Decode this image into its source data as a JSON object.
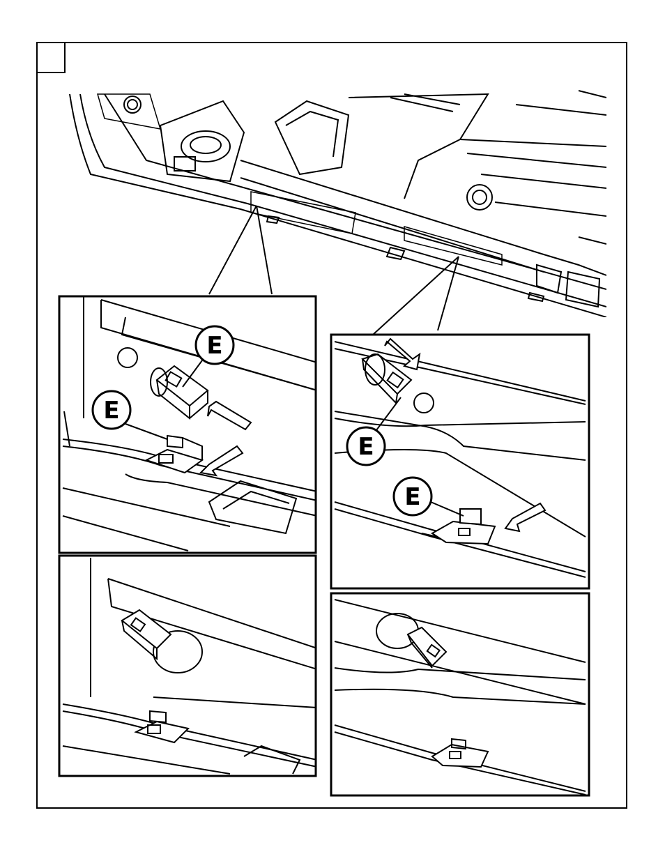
{
  "step_number": "",
  "callouts": {
    "e1": "E",
    "e2": "E",
    "e3": "E",
    "e4": "E"
  },
  "colors": {
    "line": "#000000",
    "background": "#ffffff"
  }
}
